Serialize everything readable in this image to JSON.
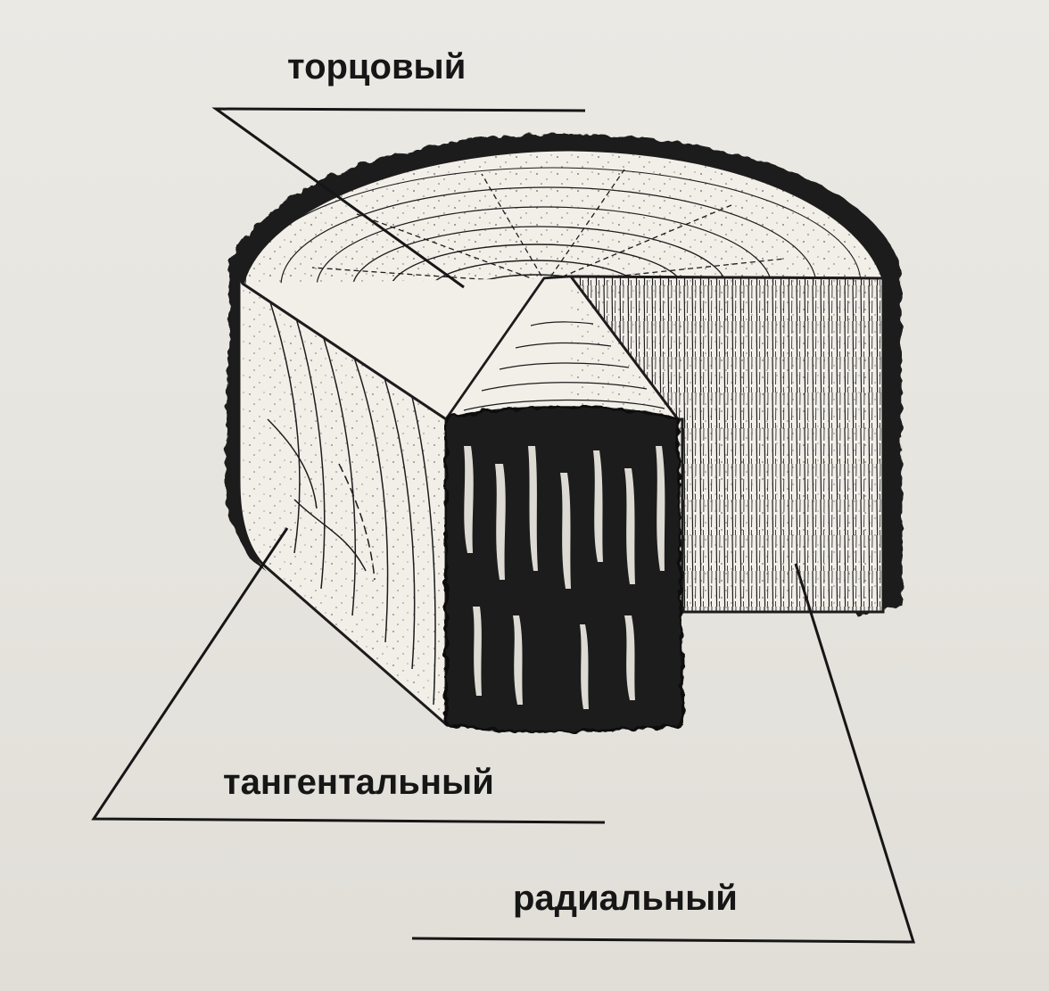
{
  "labels": {
    "end_cut": "торцовый",
    "tangential_cut": "тангентальный",
    "radial_cut": "радиальный"
  },
  "colors": {
    "ink": "#161616",
    "wood_light": "#f2efe9",
    "bark": "#1c1c1c",
    "paper": "#e9e7e2"
  }
}
